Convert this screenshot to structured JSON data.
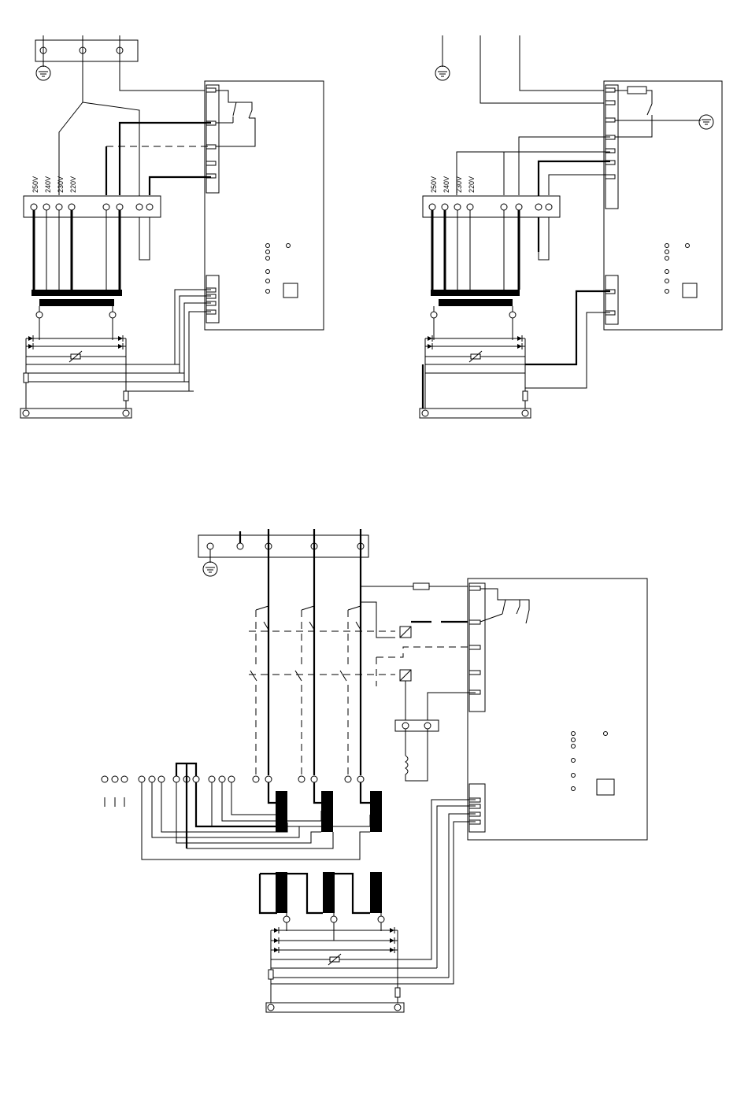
{
  "diagrams": [
    {
      "id": "single-phase-a",
      "voltage_taps": [
        "250V",
        "240V",
        "230V",
        "220V"
      ]
    },
    {
      "id": "single-phase-b",
      "voltage_taps": [
        "250V",
        "240V",
        "230V",
        "220V"
      ]
    },
    {
      "id": "three-phase"
    }
  ],
  "colors": {
    "line": "#000000",
    "background": "#ffffff"
  },
  "icons": [
    "ground-icon",
    "terminal-icon",
    "diode-icon",
    "fuse-icon",
    "thermistor-icon",
    "relay-coil-icon",
    "switch-contact-icon"
  ]
}
